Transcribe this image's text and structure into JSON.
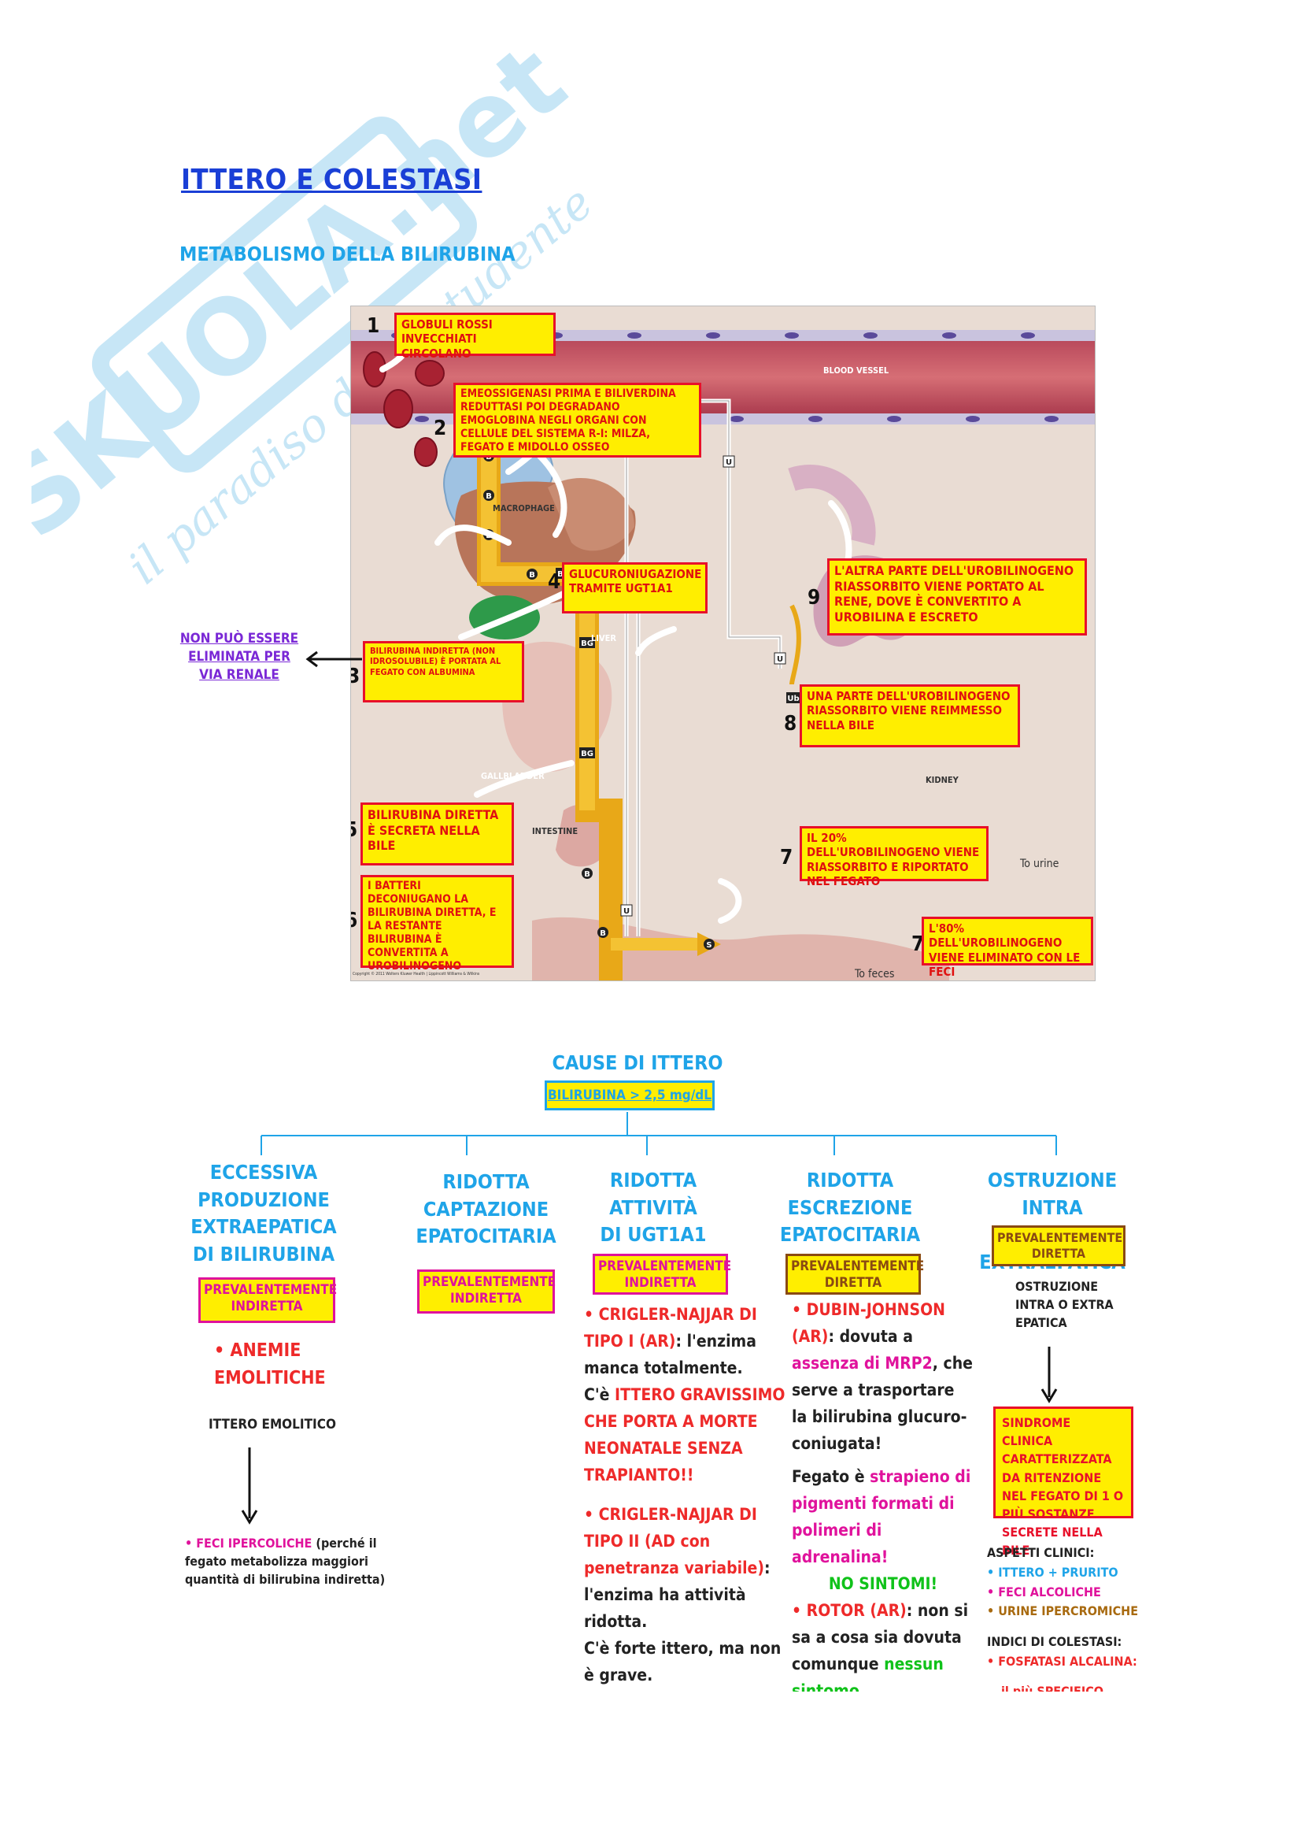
{
  "watermark": {
    "brand": "SKUOLA.net",
    "tagline": "il paradiso dello studente"
  },
  "header": {
    "title": "ITTERO E COLESTASI",
    "subtitle": "METABOLISMO DELLA BILIRUBINA"
  },
  "figure": {
    "labels": {
      "blood_vessel": "BLOOD VESSEL",
      "macrophage": "MACROPHAGE",
      "liver": "LIVER",
      "gallbladder": "GALLBLADDER",
      "intestine": "INTESTINE",
      "kidney": "KIDNEY",
      "to_urine": "To urine",
      "to_feces": "To feces",
      "copyright": "Copyright © 2011 Wolters Kluwer Health | Lippincott Williams & Wilkins"
    },
    "tokens": {
      "b": "B",
      "bg": "BG",
      "u": "U",
      "s": "S",
      "ub": "Ub"
    },
    "steps": [
      {
        "num": "1",
        "text": "GLOBULI ROSSI INVECCHIATI CIRCOLANO"
      },
      {
        "num": "2",
        "text": "EMEOSSIGENASI PRIMA E BILIVERDINA REDUTTASI POI DEGRADANO EMOGLOBINA NEGLI ORGANI CON CELLULE DEL SISTEMA R-I: MILZA, FEGATO E MIDOLLO OSSEO"
      },
      {
        "num": "3",
        "text": "BILIRUBINA INDIRETTA (NON IDROSOLUBILE) È PORTATA AL FEGATO CON ALBUMINA"
      },
      {
        "num": "4",
        "text": "GLUCURONIUGAZIONE TRAMITE UGT1A1"
      },
      {
        "num": "5",
        "text": "BILIRUBINA DIRETTA È SECRETA NELLA BILE"
      },
      {
        "num": "6",
        "text": "I BATTERI DECONIUGANO LA BILIRUBINA DIRETTA, E LA RESTANTE BILIRUBINA È CONVERTITA A UROBILINOGENO"
      },
      {
        "num": "7",
        "text": "IL 20% DELL'UROBILINOGENO VIENE RIASSORBITO E RIPORTATO NEL FEGATO"
      },
      {
        "num": "7",
        "text": "L'80% DELL'UROBILINOGENO VIENE ELIMINATO CON LE FECI"
      },
      {
        "num": "8",
        "text": "UNA PARTE DELL'UROBILINOGENO RIASSORBITO VIENE REIMMESSO NELLA BILE"
      },
      {
        "num": "9",
        "text": "L'ALTRA PARTE DELL'UROBILINOGENO RIASSORBITO VIENE PORTATO AL RENE, DOVE È CONVERTITO A UROBILINA E ESCRETO"
      }
    ],
    "side_note": "NON PUÒ ESSERE ELIMINATA PER VIA RENALE"
  },
  "causes": {
    "title": "CAUSE DI ITTERO",
    "threshold": "BILIRUBINA > 2,5 mg/dL",
    "columns": [
      {
        "heading": [
          "ECCESSIVA",
          "PRODUZIONE",
          "EXTRAEPATICA",
          "DI BILIRUBINA"
        ],
        "tag": "PREVALENTEMENTE INDIRETTA"
      },
      {
        "heading": [
          "RIDOTTA",
          "CAPTAZIONE",
          "EPATOCITARIA"
        ],
        "tag": "PREVALENTEMENTE INDIRETTA"
      },
      {
        "heading": [
          "RIDOTTA",
          "ATTIVITÀ",
          "DI UGT1A1"
        ],
        "tag": "PREVALENTEMENTE INDIRETTA"
      },
      {
        "heading": [
          "RIDOTTA",
          "ESCREZIONE",
          "EPATOCITARIA"
        ],
        "tag": "PREVALENTEMENTE DIRETTA"
      },
      {
        "heading": [
          "OSTRUZIONE INTRA",
          "O EXTRAEPATICA"
        ],
        "tag": "PREVALENTEMENTE DIRETTA"
      }
    ],
    "col1": {
      "bullet": "• ANEMIE EMOLITICHE",
      "type": "ITTERO EMOLITICO",
      "feci_bold": "• FECI IPERCOLICHE",
      "feci_rest": " (perché il fegato metabolizza maggiori quantità di bilirubina indiretta)"
    },
    "col3": {
      "cn1_title": "• CRIGLER-NAJJAR DI TIPO I (AR)",
      "cn1_text": ": l'enzima manca totalmente.",
      "cn1_c": "C'è ",
      "cn1_grave": "ITTERO GRAVISSIMO CHE PORTA A MORTE NEONATALE SENZA TRAPIANTO!!",
      "cn2_title": "• CRIGLER-NAJJAR DI TIPO II (AD con penetranza variabile)",
      "cn2_text": ": l'enzima ha attività ridotta.",
      "cn2_more": "C'è forte ittero, ma non è grave."
    },
    "col4": {
      "dj_title": "• DUBIN-JOHNSON (AR)",
      "dj_a": ": dovuta a ",
      "dj_mrp": "assenza di MRP2",
      "dj_b": ", che serve a trasportare la bilirubina glucuro-coniugata!",
      "f_a": "Fegato è ",
      "f_strap": "strapieno di pigmenti formati di polimeri di adrenalina!",
      "nosint": "NO SINTOMI!",
      "rotor_title": "• ROTOR (AR)",
      "rotor_a": ": non si sa a cosa sia dovuta comunque ",
      "rotor_b": "nessun sintomo"
    },
    "col5": {
      "ostr": "OSTRUZIONE INTRA O EXTRA EPATICA",
      "sindrome": "SINDROME CLINICA CARATTERIZZATA DA RITENZIONE NEL FEGATO DI 1 O PIÙ SOSTANZE SECRETE NELLA BILE",
      "aspetti": "ASPETTI CLINICI:",
      "a1": "• ITTERO + PRURITO",
      "a2": "• FECI ALCOLICHE",
      "a3": "• URINE IPERCROMICHE",
      "indici": "INDICI DI COLESTASI:",
      "i1": "• FOSFATASI ALCALINA:",
      "i1b": "il più SPECIFICO"
    }
  },
  "colors": {
    "title": "#1a3fd6",
    "cyan": "#1fa4e8",
    "red": "#ee2a2a",
    "magenta": "#e0129c",
    "green": "#10c21a",
    "yellow": "#ffee00"
  }
}
